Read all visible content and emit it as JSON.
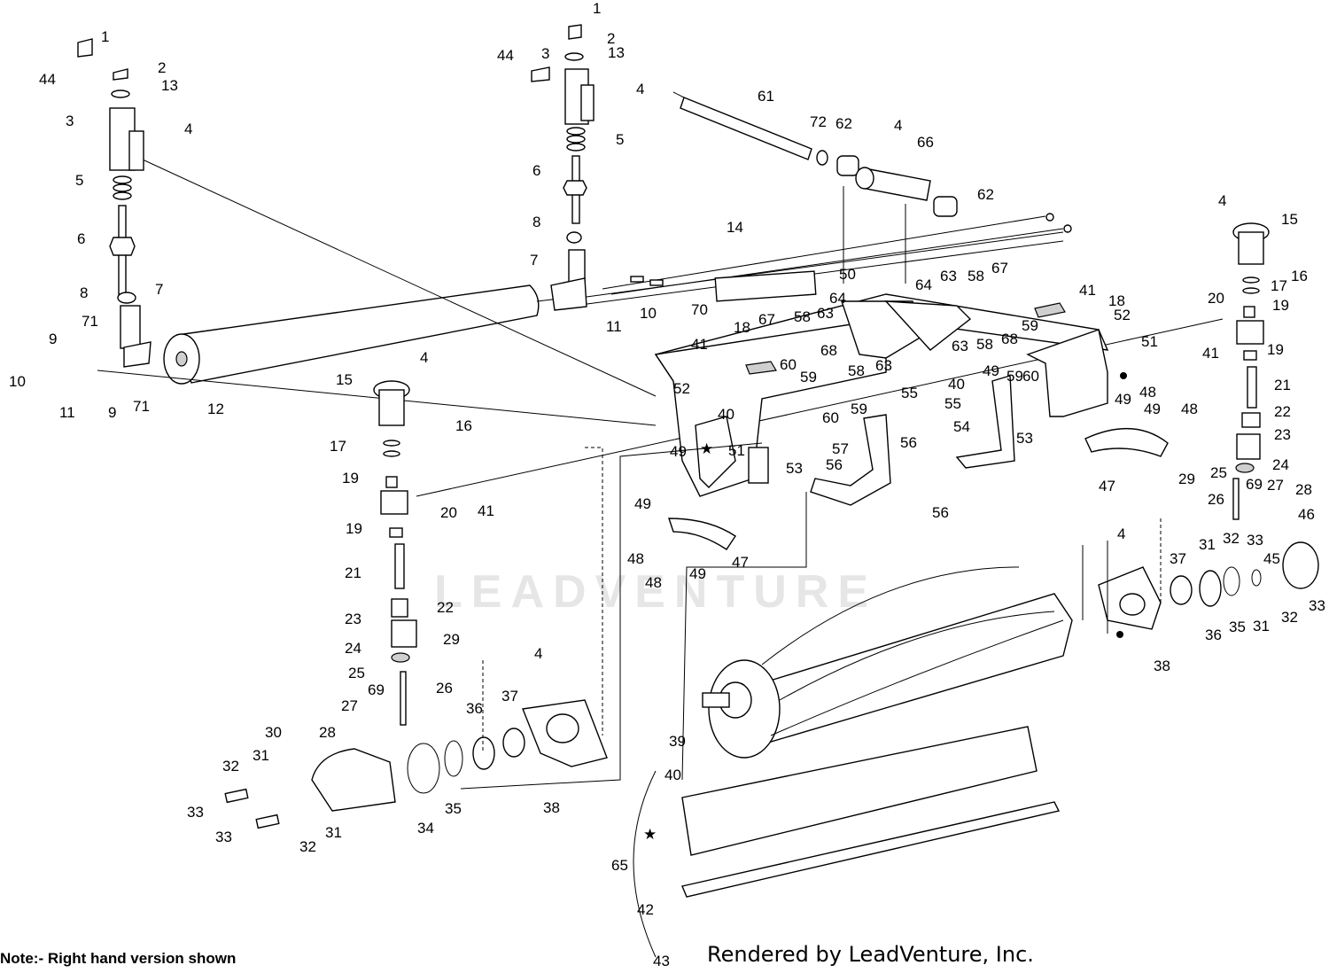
{
  "diagram": {
    "note": "Note:- Right hand version shown",
    "credit": "Rendered by LeadVenture, Inc.",
    "watermark": "LEADVENTURE",
    "callouts": [
      {
        "id": "c1a",
        "text": "1"
      },
      {
        "id": "c2a",
        "text": "2"
      },
      {
        "id": "c13a",
        "text": "13"
      },
      {
        "id": "c44a",
        "text": "44"
      },
      {
        "id": "c3a",
        "text": "3"
      },
      {
        "id": "c4a",
        "text": "4"
      },
      {
        "id": "c5a",
        "text": "5"
      },
      {
        "id": "c6a",
        "text": "6"
      },
      {
        "id": "c8a",
        "text": "8"
      },
      {
        "id": "c7a",
        "text": "7"
      },
      {
        "id": "c71a",
        "text": "71"
      },
      {
        "id": "c9a",
        "text": "9"
      },
      {
        "id": "c10a",
        "text": "10"
      },
      {
        "id": "c11a",
        "text": "11"
      },
      {
        "id": "c9b",
        "text": "9"
      },
      {
        "id": "c71b",
        "text": "71"
      },
      {
        "id": "c12",
        "text": "12"
      },
      {
        "id": "c1b",
        "text": "1"
      },
      {
        "id": "c2b",
        "text": "2"
      },
      {
        "id": "c44b",
        "text": "44"
      },
      {
        "id": "c3b",
        "text": "3"
      },
      {
        "id": "c13b",
        "text": "13"
      },
      {
        "id": "c4b",
        "text": "4"
      },
      {
        "id": "c5b",
        "text": "5"
      },
      {
        "id": "c6b",
        "text": "6"
      },
      {
        "id": "c8b",
        "text": "8"
      },
      {
        "id": "c7b",
        "text": "7"
      },
      {
        "id": "c10b",
        "text": "10"
      },
      {
        "id": "c11b",
        "text": "11"
      },
      {
        "id": "c14",
        "text": "14"
      },
      {
        "id": "c61",
        "text": "61"
      },
      {
        "id": "c72",
        "text": "72"
      },
      {
        "id": "c62a",
        "text": "62"
      },
      {
        "id": "c4c",
        "text": "4"
      },
      {
        "id": "c66",
        "text": "66"
      },
      {
        "id": "c62b",
        "text": "62"
      },
      {
        "id": "c70",
        "text": "70"
      },
      {
        "id": "c50",
        "text": "50"
      },
      {
        "id": "c67a",
        "text": "67"
      },
      {
        "id": "c58a",
        "text": "58"
      },
      {
        "id": "c63a",
        "text": "63"
      },
      {
        "id": "c64a",
        "text": "64"
      },
      {
        "id": "c18a",
        "text": "18"
      },
      {
        "id": "c41a",
        "text": "41"
      },
      {
        "id": "c60a",
        "text": "60"
      },
      {
        "id": "c68a",
        "text": "68"
      },
      {
        "id": "c58b",
        "text": "58"
      },
      {
        "id": "c63b",
        "text": "63"
      },
      {
        "id": "c64b",
        "text": "64"
      },
      {
        "id": "c63c",
        "text": "63"
      },
      {
        "id": "c58c",
        "text": "58"
      },
      {
        "id": "c67b",
        "text": "67"
      },
      {
        "id": "c41b",
        "text": "41"
      },
      {
        "id": "c18b",
        "text": "18"
      },
      {
        "id": "c52a",
        "text": "52"
      },
      {
        "id": "c63d",
        "text": "63"
      },
      {
        "id": "c58d",
        "text": "58"
      },
      {
        "id": "c68b",
        "text": "68"
      },
      {
        "id": "c59a",
        "text": "59"
      },
      {
        "id": "c51a",
        "text": "51"
      },
      {
        "id": "c41c",
        "text": "41"
      },
      {
        "id": "c52b",
        "text": "52"
      },
      {
        "id": "c40a",
        "text": "40"
      },
      {
        "id": "c59b",
        "text": "59"
      },
      {
        "id": "c60b",
        "text": "60"
      },
      {
        "id": "c59c",
        "text": "59"
      },
      {
        "id": "c55a",
        "text": "55"
      },
      {
        "id": "c40b",
        "text": "40"
      },
      {
        "id": "c55b",
        "text": "55"
      },
      {
        "id": "c49a",
        "text": "49"
      },
      {
        "id": "c59d",
        "text": "59"
      },
      {
        "id": "c60c",
        "text": "60"
      },
      {
        "id": "c49b",
        "text": "49"
      },
      {
        "id": "c48a",
        "text": "48"
      },
      {
        "id": "c49c",
        "text": "49"
      },
      {
        "id": "c48b",
        "text": "48"
      },
      {
        "id": "c54",
        "text": "54"
      },
      {
        "id": "c53a",
        "text": "53"
      },
      {
        "id": "c49d",
        "text": "49"
      },
      {
        "id": "c51b",
        "text": "51"
      },
      {
        "id": "c53b",
        "text": "53"
      },
      {
        "id": "c57",
        "text": "57"
      },
      {
        "id": "c56a",
        "text": "56"
      },
      {
        "id": "c56b",
        "text": "56"
      },
      {
        "id": "c56c",
        "text": "56"
      },
      {
        "id": "c47a",
        "text": "47"
      },
      {
        "id": "c4d",
        "text": "4"
      },
      {
        "id": "c15a",
        "text": "15"
      },
      {
        "id": "c16a",
        "text": "16"
      },
      {
        "id": "c17a",
        "text": "17"
      },
      {
        "id": "c20a",
        "text": "20"
      },
      {
        "id": "c19a",
        "text": "19"
      },
      {
        "id": "c19b",
        "text": "19"
      },
      {
        "id": "c21a",
        "text": "21"
      },
      {
        "id": "c22a",
        "text": "22"
      },
      {
        "id": "c23a",
        "text": "23"
      },
      {
        "id": "c24a",
        "text": "24"
      },
      {
        "id": "c25a",
        "text": "25"
      },
      {
        "id": "c69a",
        "text": "69"
      },
      {
        "id": "c27a",
        "text": "27"
      },
      {
        "id": "c28a",
        "text": "28"
      },
      {
        "id": "c29a",
        "text": "29"
      },
      {
        "id": "c26a",
        "text": "26"
      },
      {
        "id": "c46",
        "text": "46"
      },
      {
        "id": "c4e",
        "text": "4"
      },
      {
        "id": "c31a",
        "text": "31"
      },
      {
        "id": "c32a",
        "text": "32"
      },
      {
        "id": "c33a",
        "text": "33"
      },
      {
        "id": "c37a",
        "text": "37"
      },
      {
        "id": "c45",
        "text": "45"
      },
      {
        "id": "c33b",
        "text": "33"
      },
      {
        "id": "c32b",
        "text": "32"
      },
      {
        "id": "c31b",
        "text": "31"
      },
      {
        "id": "c35a",
        "text": "35"
      },
      {
        "id": "c36a",
        "text": "36"
      },
      {
        "id": "c38a",
        "text": "38"
      },
      {
        "id": "c4f",
        "text": "4"
      },
      {
        "id": "c15b",
        "text": "15"
      },
      {
        "id": "c16b",
        "text": "16"
      },
      {
        "id": "c17b",
        "text": "17"
      },
      {
        "id": "c19c",
        "text": "19"
      },
      {
        "id": "c20b",
        "text": "20"
      },
      {
        "id": "c41d",
        "text": "41"
      },
      {
        "id": "c19d",
        "text": "19"
      },
      {
        "id": "c21b",
        "text": "21"
      },
      {
        "id": "c22b",
        "text": "22"
      },
      {
        "id": "c23b",
        "text": "23"
      },
      {
        "id": "c24b",
        "text": "24"
      },
      {
        "id": "c25b",
        "text": "25"
      },
      {
        "id": "c29b",
        "text": "29"
      },
      {
        "id": "c69b",
        "text": "69"
      },
      {
        "id": "c26b",
        "text": "26"
      },
      {
        "id": "c27b",
        "text": "27"
      },
      {
        "id": "c28b",
        "text": "28"
      },
      {
        "id": "c4g",
        "text": "4"
      },
      {
        "id": "c36b",
        "text": "36"
      },
      {
        "id": "c37b",
        "text": "37"
      },
      {
        "id": "c30",
        "text": "30"
      },
      {
        "id": "c31c",
        "text": "31"
      },
      {
        "id": "c32c",
        "text": "32"
      },
      {
        "id": "c33c",
        "text": "33"
      },
      {
        "id": "c33d",
        "text": "33"
      },
      {
        "id": "c31d",
        "text": "31"
      },
      {
        "id": "c32d",
        "text": "32"
      },
      {
        "id": "c34",
        "text": "34"
      },
      {
        "id": "c35b",
        "text": "35"
      },
      {
        "id": "c38b",
        "text": "38"
      },
      {
        "id": "c49e",
        "text": "49"
      },
      {
        "id": "c48c",
        "text": "48"
      },
      {
        "id": "c48d",
        "text": "48"
      },
      {
        "id": "c49f",
        "text": "49"
      },
      {
        "id": "c47b",
        "text": "47"
      },
      {
        "id": "c39",
        "text": "39"
      },
      {
        "id": "c40c",
        "text": "40"
      },
      {
        "id": "c65",
        "text": "65"
      },
      {
        "id": "c42",
        "text": "42"
      },
      {
        "id": "c43",
        "text": "43"
      }
    ]
  }
}
